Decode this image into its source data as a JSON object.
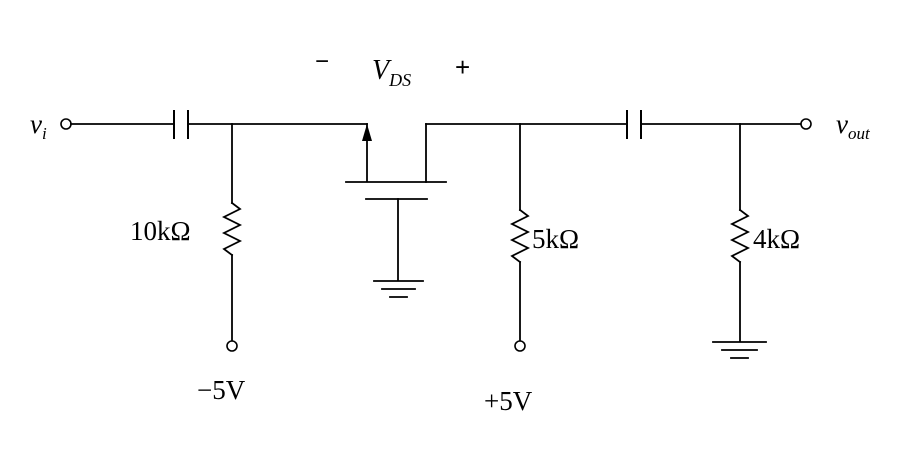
{
  "diagram": {
    "labels": {
      "input": {
        "main": "v",
        "sub": "i"
      },
      "output": {
        "main": "v",
        "sub": "out"
      },
      "vds": {
        "minus": "−",
        "main": "V",
        "sub": "DS",
        "plus": "+"
      },
      "r_source": "10kΩ",
      "r_drain": "5kΩ",
      "r_load": "4kΩ",
      "supply_neg": "−5V",
      "supply_pos": "+5V"
    }
  }
}
